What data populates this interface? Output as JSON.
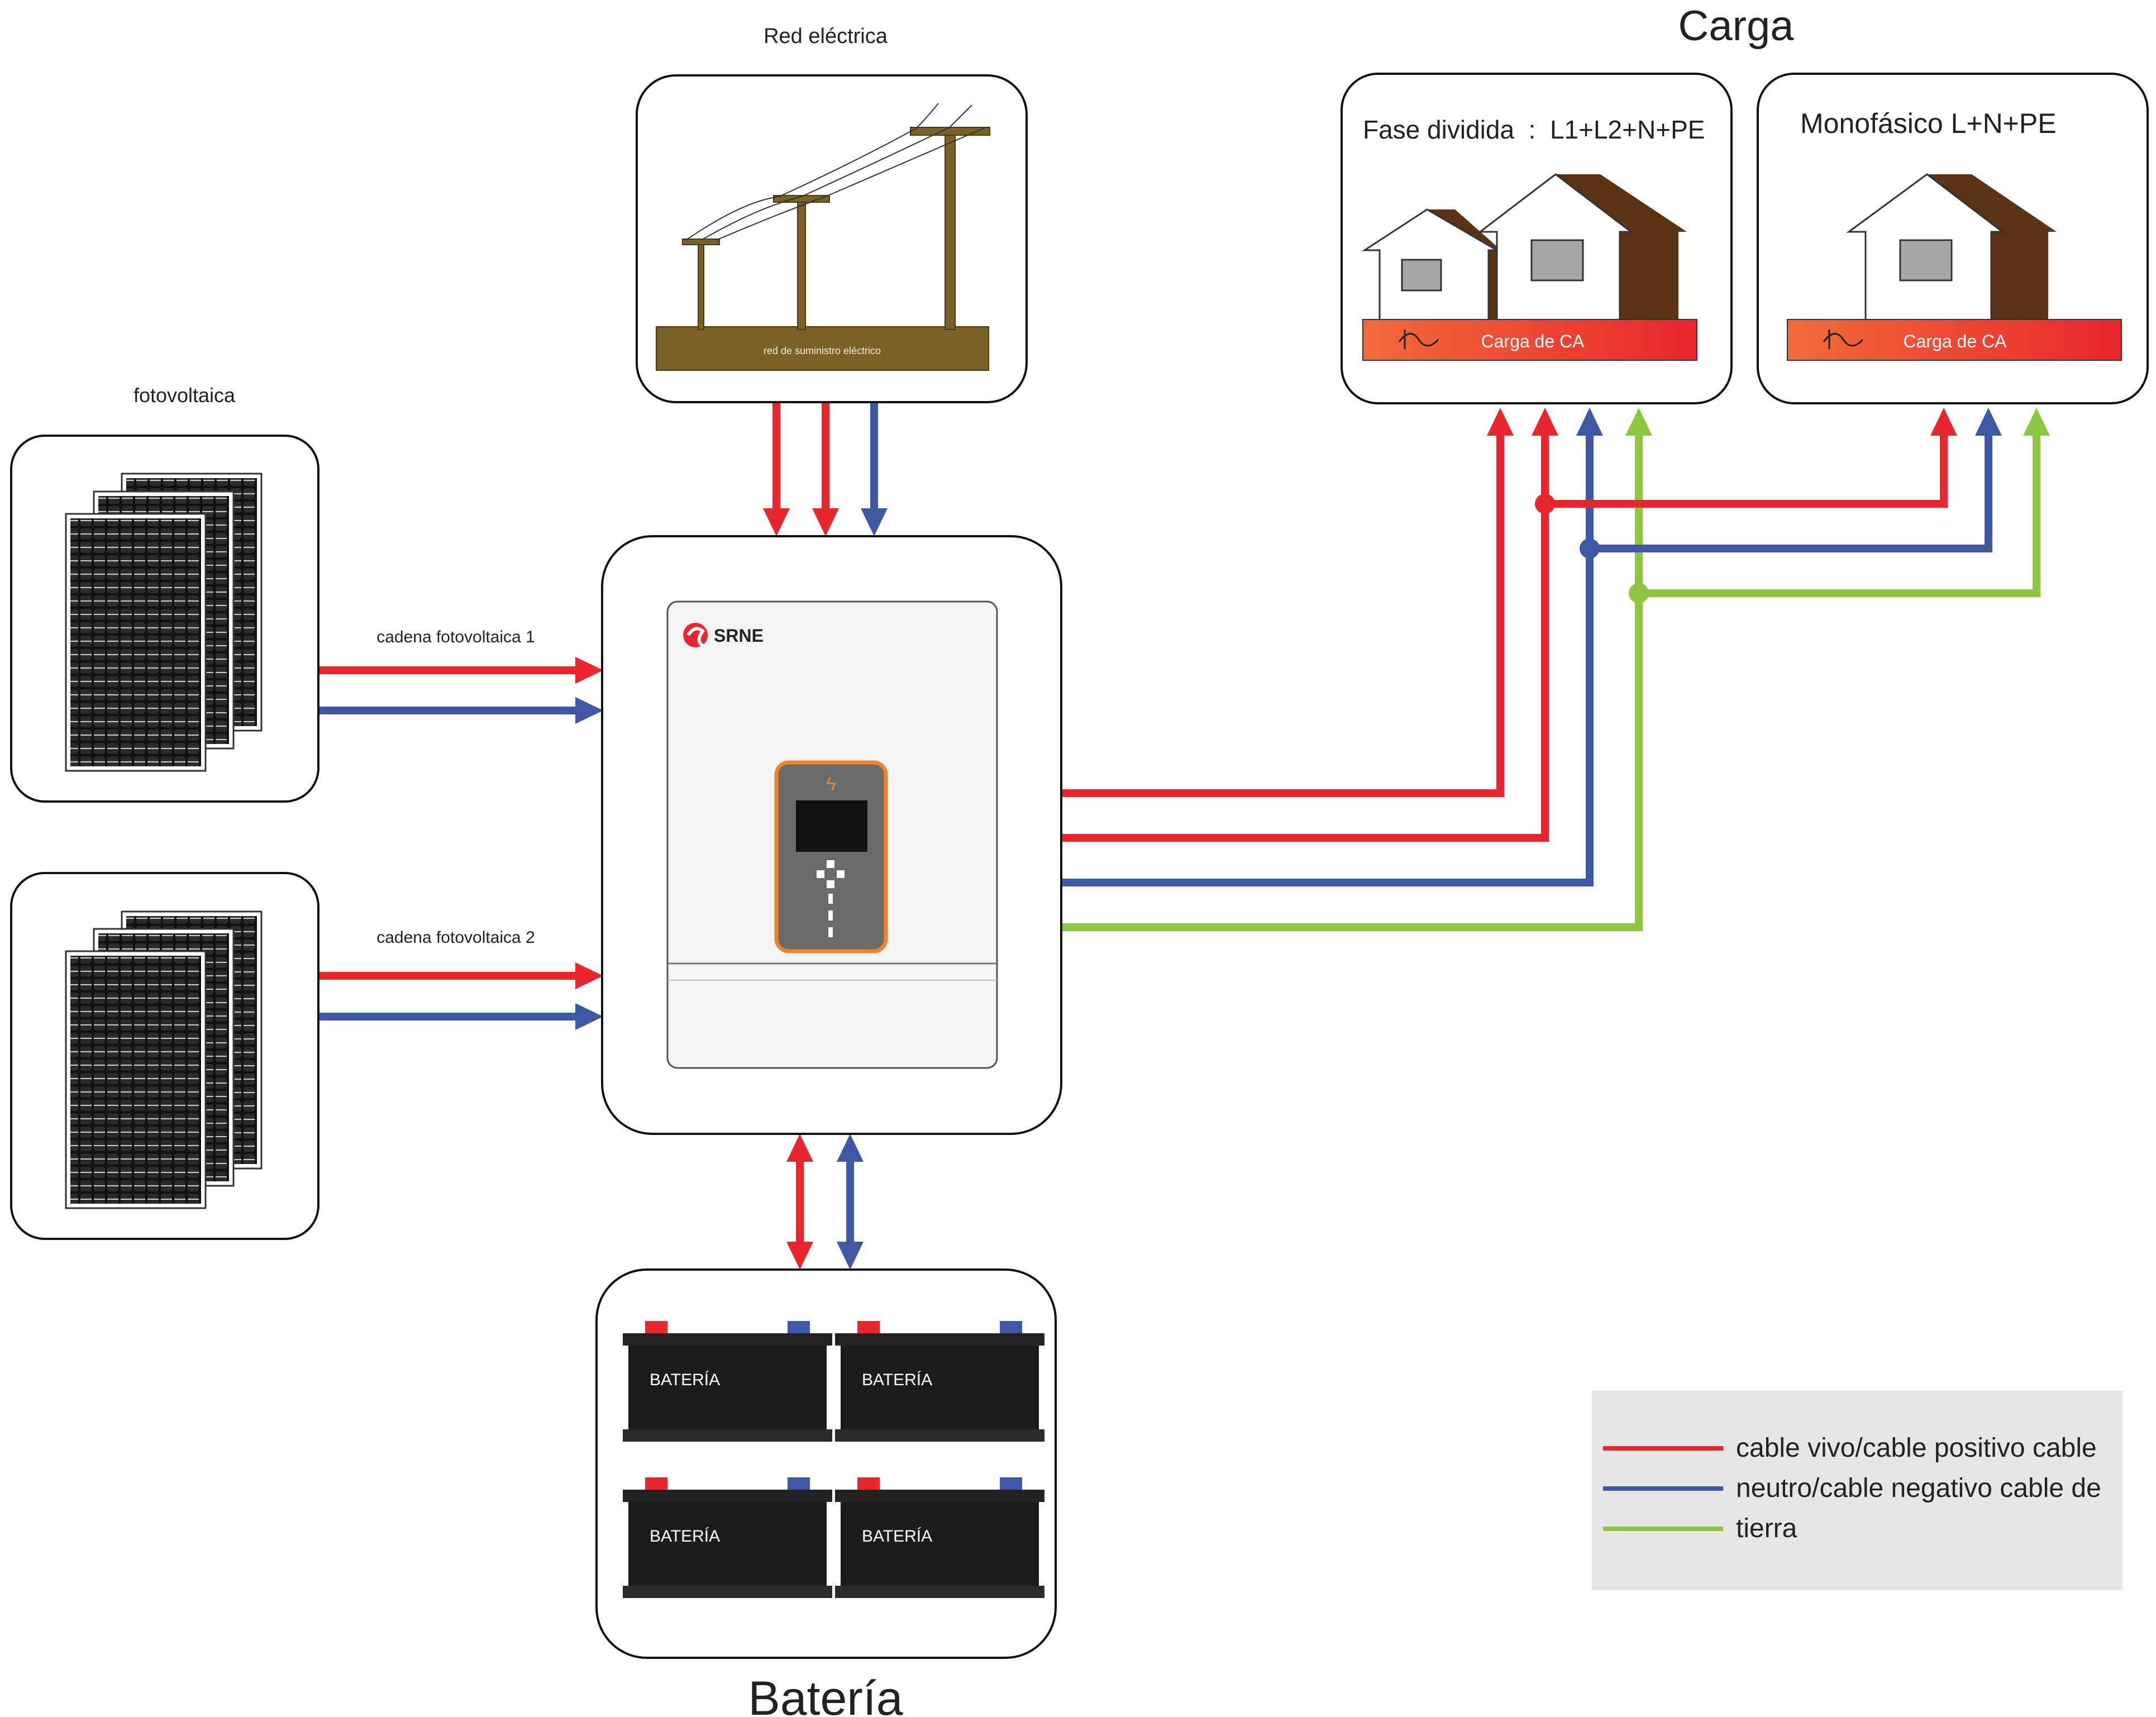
{
  "labels": {
    "grid_title": "Red eléctrica",
    "grid_ground_text": "red de suministro eléctrico",
    "pv_title": "fotovoltaica",
    "pv_string_1": "cadena fotovoltaica 1",
    "pv_string_2": "cadena fotovoltaica 2",
    "load_title": "Carga",
    "split_phase_label": "Fase dividida  :  L1+L2+N+PE",
    "single_phase_label": "Monofásico L+N+PE",
    "ac_load_text": "Carga de CA",
    "inverter_brand": "SRNE",
    "battery_title": "Batería",
    "battery_label": "BATERÍA"
  },
  "legend": [
    {
      "text": "cable vivo/cable positivo cable",
      "color": "#e8262c"
    },
    {
      "text": "neutro/cable negativo cable de",
      "color": "#3f58a6"
    },
    {
      "text": "tierra",
      "color": "#8dc63f"
    }
  ],
  "colors": {
    "live": "#e8262c",
    "neutral": "#3f58a6",
    "ground": "#8dc63f",
    "house_roof": "#5a3214",
    "ac_load_bar_start": "#f26b3a",
    "ac_load_bar_end": "#e8262c",
    "inverter_accent": "#f58220",
    "ground_brown": "#7a6227"
  },
  "icons": {
    "grid": "power-line-poles-icon",
    "pv": "solar-panel-icon",
    "house": "house-icon",
    "ac_wave": "ac-sine-wave-icon",
    "inverter_logo": "srne-logo-icon",
    "battery": "battery-icon"
  }
}
